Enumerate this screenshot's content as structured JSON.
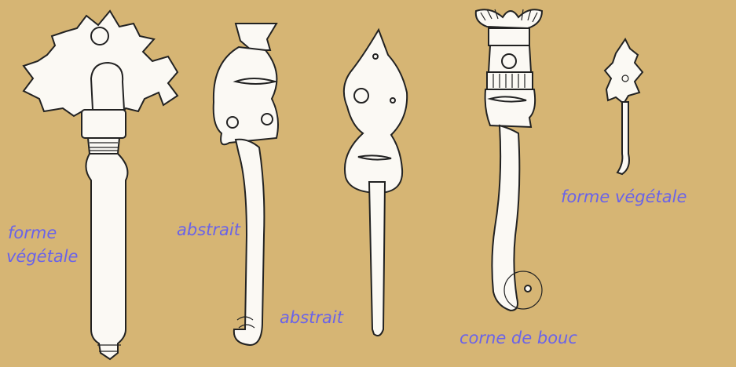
{
  "labels": {
    "item1_line1": "forme",
    "item1_line2": "végétale",
    "item2": "abstrait",
    "item3": "abstrait",
    "item4": "corne de bouc",
    "item5": "forme végétale"
  },
  "colors": {
    "background": "#d6b574",
    "label_text": "#6a63e8",
    "drawing_fill": "#fbf9f4",
    "drawing_stroke": "#222222"
  }
}
